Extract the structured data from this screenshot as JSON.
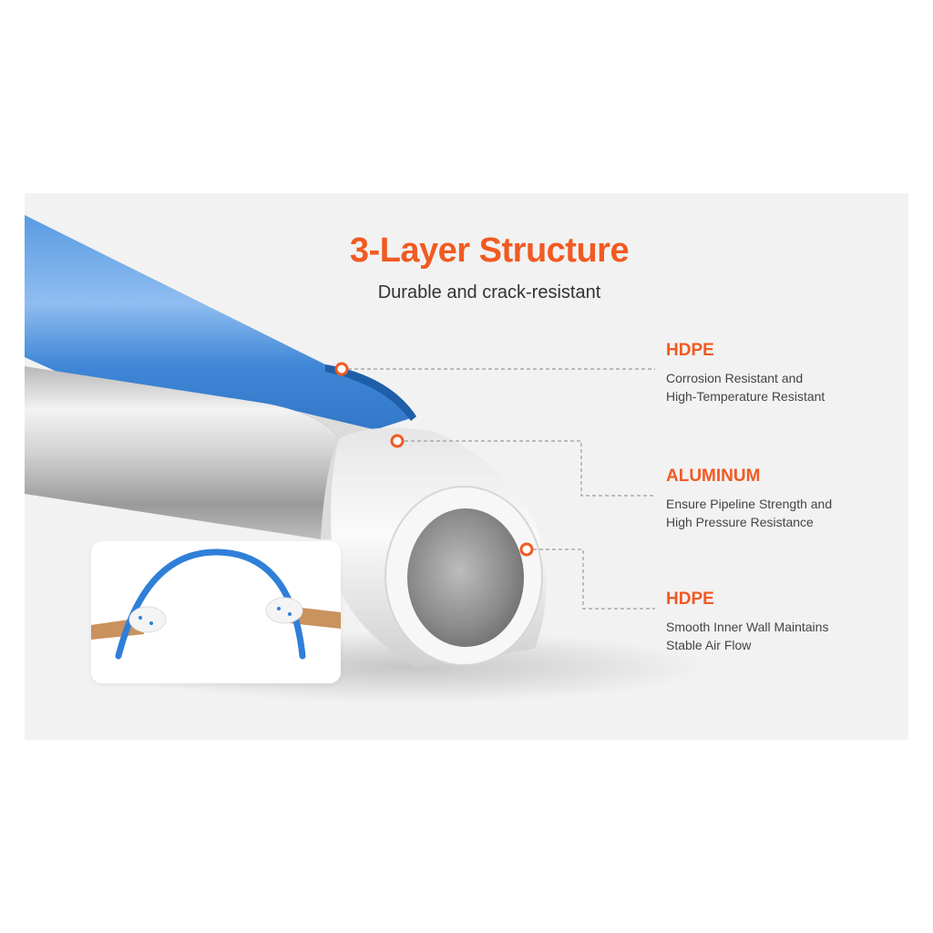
{
  "header": {
    "title": "3-Layer Structure",
    "subtitle": "Durable and crack-resistant"
  },
  "layers": [
    {
      "name": "HDPE",
      "line1": "Corrosion Resistant and",
      "line2": "High-Temperature Resistant"
    },
    {
      "name": "ALUMINUM",
      "line1": "Ensure Pipeline Strength and",
      "line2": "High Pressure Resistance"
    },
    {
      "name": "HDPE",
      "line1": "Smooth Inner Wall Maintains",
      "line2": "Stable Air Flow"
    }
  ],
  "colors": {
    "accent": "#f15a22",
    "pipe_blue": "#3f86d6",
    "panel_bg": "#f2f2f2"
  }
}
